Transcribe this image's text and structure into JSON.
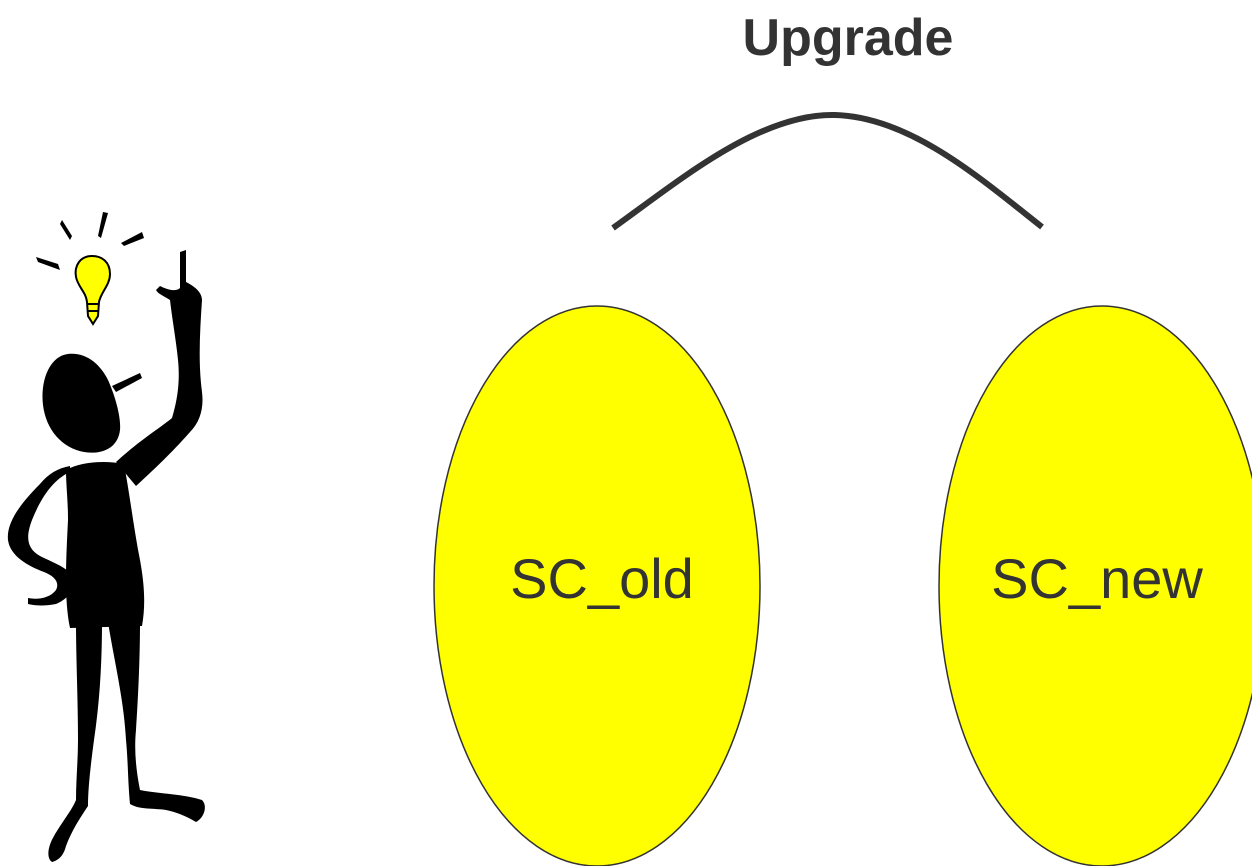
{
  "diagram": {
    "title": "Upgrade",
    "nodes": [
      {
        "id": "old",
        "label": "SC_old"
      },
      {
        "id": "new",
        "label": "SC_new"
      }
    ],
    "edges": [
      {
        "from": "old",
        "to": "new",
        "style": "arc"
      }
    ],
    "colors": {
      "node_fill": "#ffff00",
      "node_stroke": "#333333",
      "text": "#333333",
      "arc": "#333333",
      "background": "#ffffff"
    },
    "clipart": {
      "icon": "idea-person-lightbulb-icon"
    }
  }
}
